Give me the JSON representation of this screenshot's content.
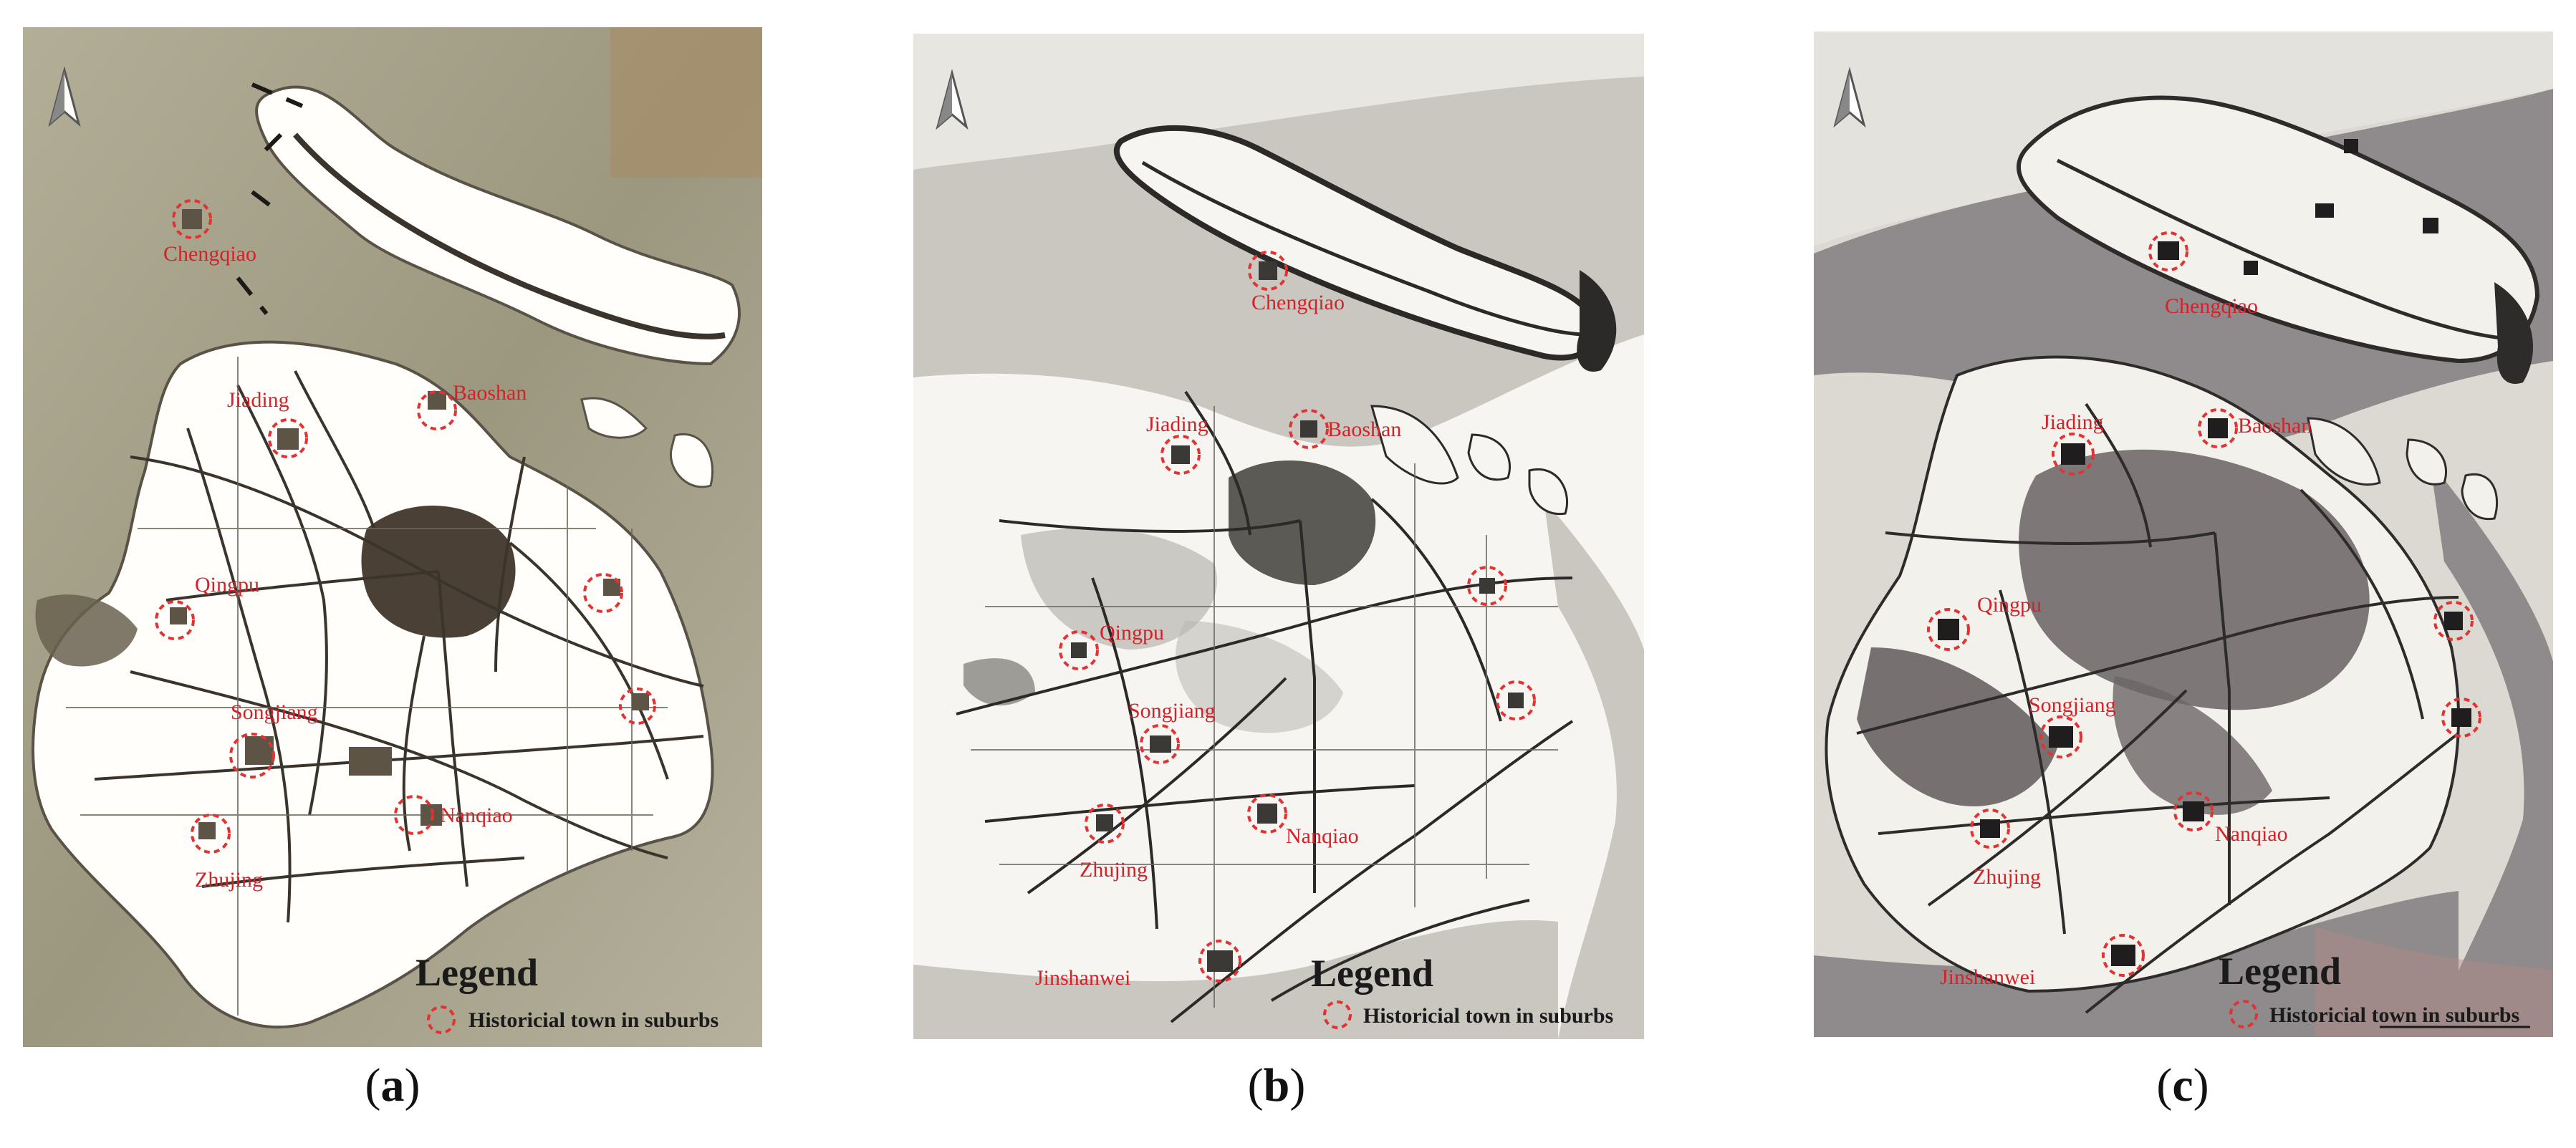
{
  "panels": [
    {
      "id": "a",
      "caption_letter": "a",
      "legend_title": "Legend",
      "legend_item": "Historicial  town in suburbs",
      "style": {
        "sea": "#a29c84",
        "land": "#fffefa",
        "urban": "#4a4035",
        "road": "#3a342c",
        "ring": "#e23333"
      },
      "towns": [
        {
          "name": "Chengqiao"
        },
        {
          "name": "Jiading"
        },
        {
          "name": "Baoshan"
        },
        {
          "name": "Qingpu"
        },
        {
          "name": "Songjiang"
        },
        {
          "name": "Nanqiao"
        },
        {
          "name": "Zhujing"
        },
        {
          "name": ""
        },
        {
          "name": ""
        }
      ]
    },
    {
      "id": "b",
      "caption_letter": "b",
      "legend_title": "Legend",
      "legend_item": "Historicial  town in suburbs",
      "style": {
        "sea": "#c9c7c0",
        "land": "#f6f5f1",
        "urban": "#5c5a55",
        "road": "#2b2a28",
        "ring": "#e23333"
      },
      "towns": [
        {
          "name": "Chengqiao"
        },
        {
          "name": "Jiading"
        },
        {
          "name": "Baoshan"
        },
        {
          "name": "Qingpu"
        },
        {
          "name": "Songjiang"
        },
        {
          "name": "Nanqiao"
        },
        {
          "name": "Zhujing"
        },
        {
          "name": "Jinshanwei"
        },
        {
          "name": ""
        },
        {
          "name": ""
        }
      ]
    },
    {
      "id": "c",
      "caption_letter": "c",
      "legend_title": "Legend",
      "legend_item": "Historicial  town in suburbs",
      "style": {
        "sea": "#8f8a8c",
        "land": "#f3f1ec",
        "urban": "#6c6666",
        "road": "#2e2b2b",
        "ring": "#e23333"
      },
      "towns": [
        {
          "name": "Chengqiao"
        },
        {
          "name": "Jiading"
        },
        {
          "name": "Baoshan"
        },
        {
          "name": "Qingpu"
        },
        {
          "name": "Songjiang"
        },
        {
          "name": "Nanqiao"
        },
        {
          "name": "Zhujing"
        },
        {
          "name": "Jinshanwei"
        },
        {
          "name": ""
        },
        {
          "name": ""
        }
      ]
    }
  ]
}
